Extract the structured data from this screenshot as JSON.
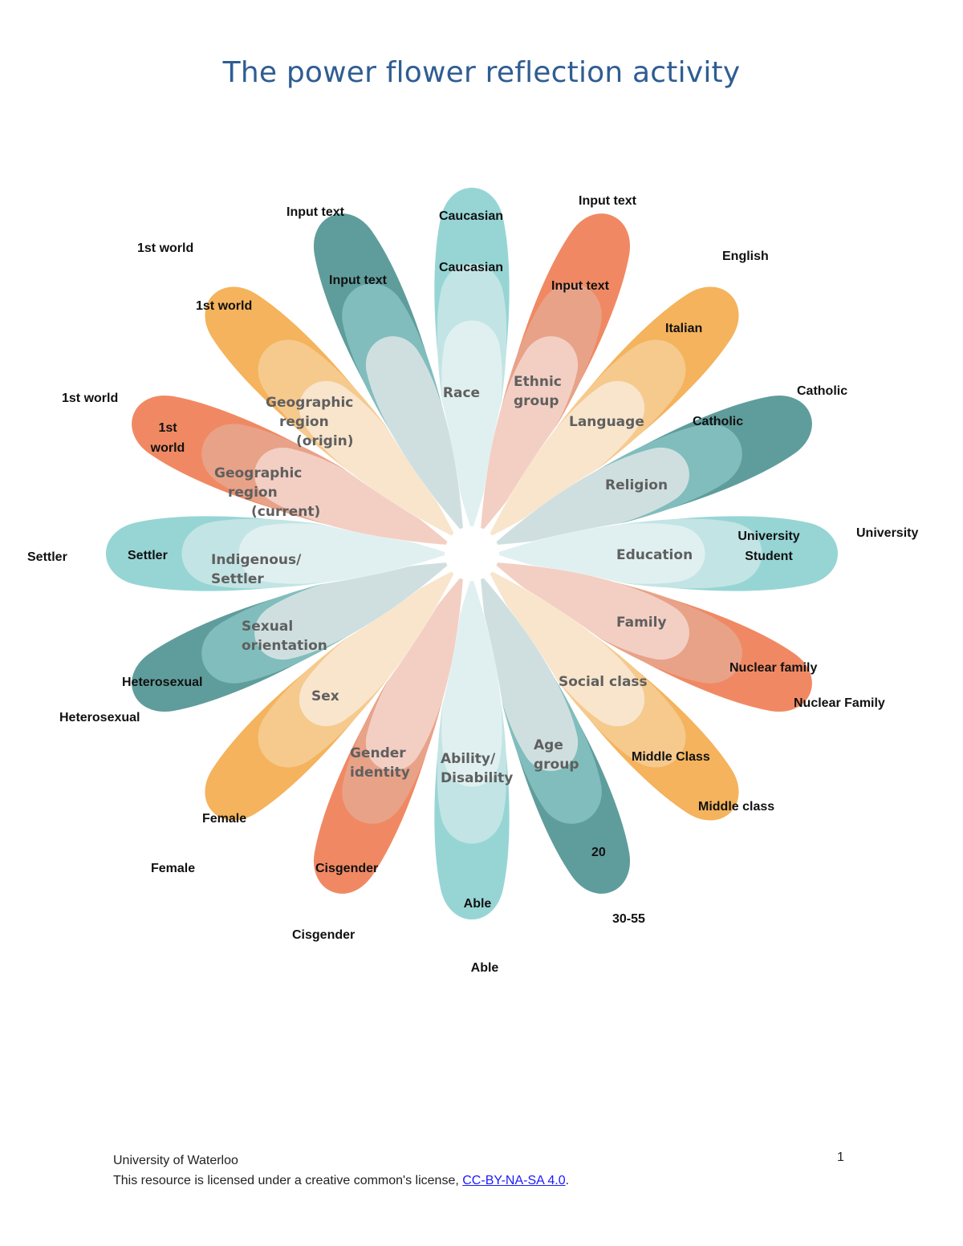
{
  "title": "The power flower reflection activity",
  "colors": {
    "teal_light": [
      "#97d5d5",
      "#c3e4e4",
      "#e0f0f0"
    ],
    "teal_dark": [
      "#5f9d9c",
      "#81bdbd",
      "#cfdfe0"
    ],
    "coral": [
      "#f08963",
      "#e8a288",
      "#f3cfc3"
    ],
    "orange": [
      "#f4b35c",
      "#f6c98d",
      "#f8e5cc"
    ],
    "title": "#2f5d92",
    "link": "#1a1aff"
  },
  "petals": [
    {
      "category": "Race",
      "inner": "Caucasian",
      "outer": "Caucasian"
    },
    {
      "category": "Ethnic group",
      "inner": "Input text",
      "outer": "Input text"
    },
    {
      "category": "Language",
      "inner": "Italian",
      "outer": "English"
    },
    {
      "category": "Religion",
      "inner": "Catholic",
      "outer": "Catholic"
    },
    {
      "category": "Education",
      "inner": "University Student",
      "outer": "University"
    },
    {
      "category": "Family",
      "inner": "Nuclear family",
      "outer": "Nuclear Family"
    },
    {
      "category": "Social class",
      "inner": "Middle Class",
      "outer": "Middle class"
    },
    {
      "category": "Age group",
      "inner": "20",
      "outer": "30-55"
    },
    {
      "category": "Ability/ Disability",
      "inner": "Able",
      "outer": "Able"
    },
    {
      "category": "Gender identity",
      "inner": "Cisgender",
      "outer": "Cisgender"
    },
    {
      "category": "Sex",
      "inner": "Female",
      "outer": "Female"
    },
    {
      "category": "Sexual orientation",
      "inner": "Heterosexual",
      "outer": "Heterosexual"
    },
    {
      "category": "Indigenous/ Settler",
      "inner": "Settler",
      "outer": "Settler"
    },
    {
      "category": "Geographic region (current)",
      "inner": "1st world",
      "outer": "1st world"
    },
    {
      "category": "Geographic region (origin)",
      "inner": "1st world",
      "outer": "1st world"
    },
    {
      "category": "",
      "inner": "Input text",
      "outer": "Input text"
    }
  ],
  "labels": {
    "race": {
      "cat": "Race",
      "inner": "Caucasian",
      "outer": "Caucasian"
    },
    "ethnic": {
      "cat1": "Ethnic",
      "cat2": "group",
      "inner": "Input text",
      "outer": "Input text"
    },
    "language": {
      "cat": "Language",
      "inner": "Italian",
      "outer": "English"
    },
    "religion": {
      "cat": "Religion",
      "inner": "Catholic",
      "outer": "Catholic"
    },
    "education": {
      "cat": "Education",
      "inner1": "University",
      "inner2": "Student",
      "outer": "University"
    },
    "family": {
      "cat": "Family",
      "inner": "Nuclear family",
      "outer": "Nuclear Family"
    },
    "social": {
      "cat": "Social class",
      "inner": "Middle Class",
      "outer": "Middle class"
    },
    "age": {
      "cat1": "Age",
      "cat2": "group",
      "inner": "20",
      "outer": "30-55"
    },
    "ability": {
      "cat1": "Ability/",
      "cat2": "Disability",
      "inner": "Able",
      "outer": "Able"
    },
    "gender": {
      "cat1": "Gender",
      "cat2": "identity",
      "inner": "Cisgender",
      "outer": "Cisgender"
    },
    "sex": {
      "cat": "Sex",
      "inner": "Female",
      "outer": "Female"
    },
    "sexual": {
      "cat1": "Sexual",
      "cat2": "orientation",
      "inner": "Heterosexual",
      "outer": "Heterosexual"
    },
    "indigenous": {
      "cat1": "Indigenous/",
      "cat2": "Settler",
      "inner": "Settler",
      "outer": "Settler"
    },
    "geo_current": {
      "cat1": "Geographic",
      "cat2": "region",
      "cat3": "(current)",
      "inner1": "1st",
      "inner2": "world",
      "outer": "1st world"
    },
    "geo_origin": {
      "cat1": "Geographic",
      "cat2": "region",
      "cat3": "(origin)",
      "inner": "1st world",
      "outer": "1st world"
    },
    "unnamed": {
      "inner": "Input text",
      "outer": "Input text"
    }
  },
  "footer": {
    "org": "University of Waterloo",
    "license_text": "This resource is licensed under a creative common's license, ",
    "license_link": "CC-BY-NA-SA 4.0",
    "period": ".",
    "page_number": "1"
  }
}
